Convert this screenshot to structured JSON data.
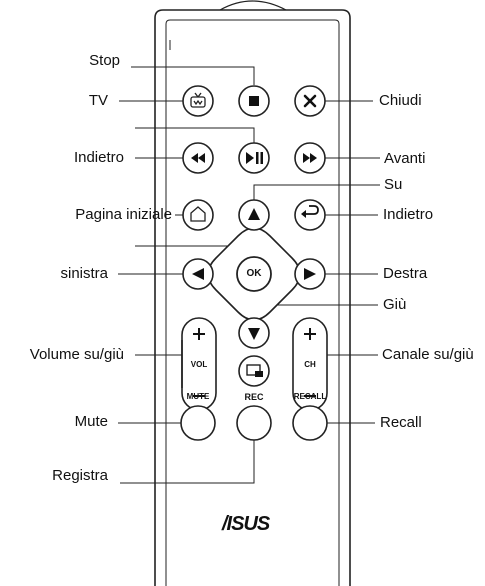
{
  "labels": {
    "stop": "Stop",
    "tv": "TV",
    "chiudi": "Chiudi",
    "indietro_rw": "Indietro",
    "avanti": "Avanti",
    "su": "Su",
    "pagina_iniziale": "Pagina iniziale",
    "indietro_back": "Indietro",
    "sinistra": "sinistra",
    "destra": "Destra",
    "giu": "Giù",
    "volume": "Volume su/giù",
    "canale": "Canale su/giù",
    "mute": "Mute",
    "recall": "Recall",
    "registra": "Registra"
  },
  "remote": {
    "vol": "VOL",
    "ch": "CH",
    "mute": "MUTE",
    "rec": "REC",
    "recall": "RECALL",
    "ok": "OK",
    "brand": "/ISUS"
  },
  "icons": [
    "tv-icon",
    "stop-icon",
    "close-icon",
    "rewind-icon",
    "play-pause-icon",
    "fast-forward-icon",
    "home-icon",
    "up-arrow-icon",
    "back-icon",
    "left-arrow-icon",
    "ok-button",
    "right-arrow-icon",
    "down-arrow-icon",
    "plus-icon",
    "minus-icon",
    "pip-icon"
  ]
}
